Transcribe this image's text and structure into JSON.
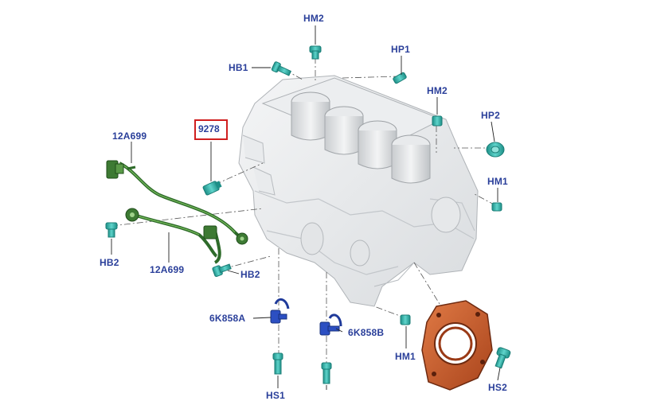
{
  "diagram": {
    "highlighted_part": "9278",
    "labels": {
      "hm2_top": "HM2",
      "hb1": "HB1",
      "hp1": "HP1",
      "hm2_right": "HM2",
      "hp2": "HP2",
      "hm1_right": "HM1",
      "hm1_bottom": "HM1",
      "hs2": "HS2",
      "hs1": "HS1",
      "k6k858a": "6K858A",
      "k6k858b": "6K858B",
      "a12a699_top": "12A699",
      "a12a699_bottom": "12A699",
      "hb2_left": "HB2",
      "hb2_right": "HB2"
    },
    "colors": {
      "label": "#2a3f9a",
      "highlight_border": "#d01f1f",
      "bolt": "#2fb7ad",
      "harness": "#2e6b2a",
      "seal": "#c85a2a",
      "block_line": "#b8bcc0"
    }
  }
}
